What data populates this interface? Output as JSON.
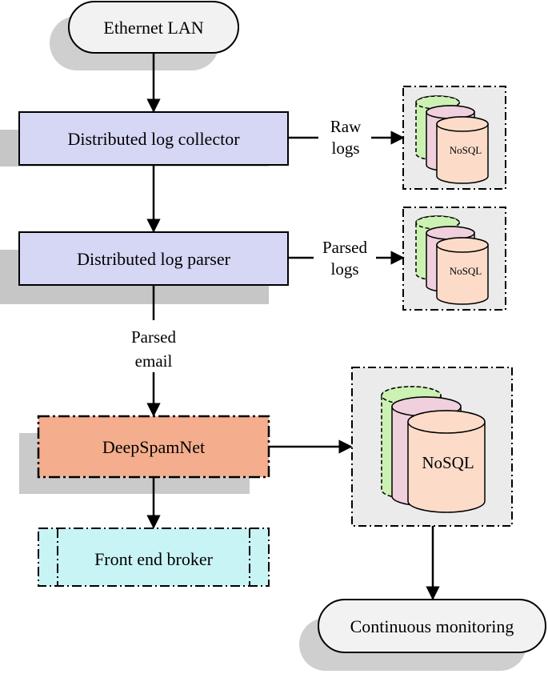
{
  "nodes": {
    "ethernet": "Ethernet LAN",
    "collector": "Distributed log collector",
    "parser": "Distributed log parser",
    "deepspamnet": "DeepSpamNet",
    "broker": "Front end broker",
    "monitoring": "Continuous monitoring"
  },
  "edges": {
    "raw_logs": [
      "Raw",
      "logs"
    ],
    "parsed_logs": [
      "Parsed",
      "logs"
    ],
    "parsed_email": [
      "Parsed",
      "email"
    ]
  },
  "databases": {
    "db1": "NoSQL",
    "db2": "NoSQL",
    "db3": "NoSQL"
  },
  "colors": {
    "process_fill": "#d6d6f5",
    "deepspamnet_fill": "#f4ae8d",
    "broker_fill": "#c8f4f6",
    "cyl_green": "#ccf2b3",
    "cyl_pink": "#efd0dc",
    "cyl_peach": "#fcdcc9",
    "shadow": "#c8c8c8",
    "panel": "#ebebeb"
  }
}
